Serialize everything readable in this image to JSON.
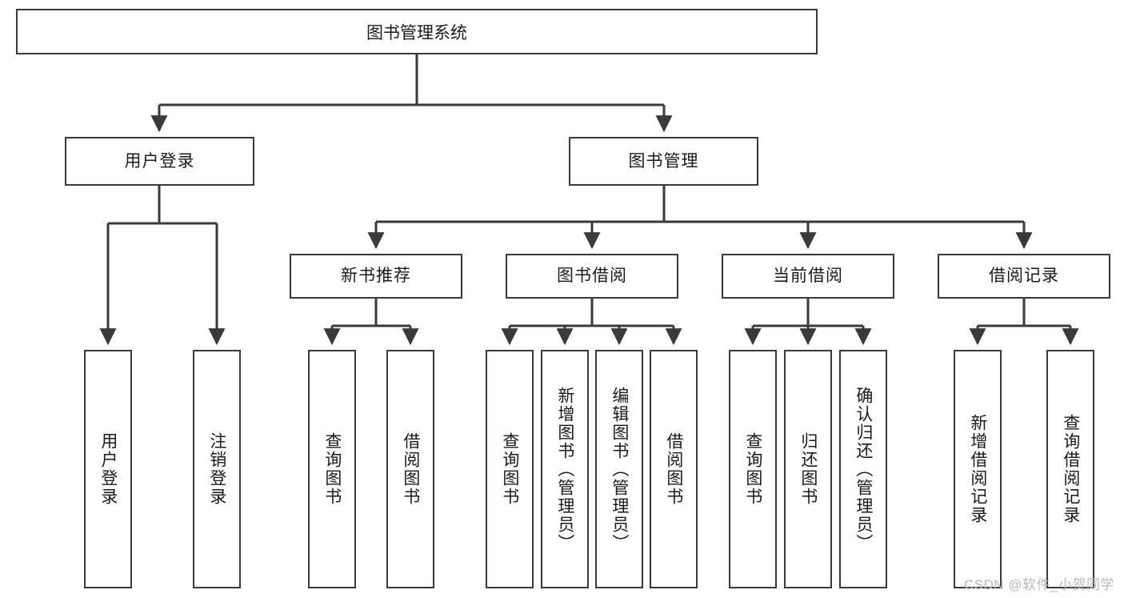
{
  "diagram": {
    "title": "图书管理系统",
    "type": "tree-hierarchy",
    "root": {
      "label": "图书管理系统"
    },
    "level2": [
      {
        "label": "用户登录"
      },
      {
        "label": "图书管理"
      }
    ],
    "level3": [
      {
        "label": "新书推荐"
      },
      {
        "label": "图书借阅"
      },
      {
        "label": "当前借阅"
      },
      {
        "label": "借阅记录"
      }
    ],
    "leaves": {
      "user_login": [
        {
          "label": "用户登录"
        },
        {
          "label": "注销登录"
        }
      ],
      "new_book_recommend": [
        {
          "label": "查询图书"
        },
        {
          "label": "借阅图书"
        }
      ],
      "book_borrow": [
        {
          "label": "查询图书"
        },
        {
          "label": "新增图书（管理员）"
        },
        {
          "label": "编辑图书（管理员）"
        },
        {
          "label": "借阅图书"
        }
      ],
      "current_borrow": [
        {
          "label": "查询图书"
        },
        {
          "label": "归还图书"
        },
        {
          "label": "确认归还（管理员）"
        }
      ],
      "borrow_record": [
        {
          "label": "新增借阅记录"
        },
        {
          "label": "查询借阅记录"
        }
      ]
    }
  },
  "watermark": {
    "text": "CSDN @软件_小贺同学"
  },
  "colors": {
    "box_border": "#3a3a3a",
    "box_fill": "#ffffff",
    "text": "#1a1a1a",
    "edge": "#3a3a3a",
    "watermark": "#b9b9b9",
    "background": "#ffffff"
  }
}
